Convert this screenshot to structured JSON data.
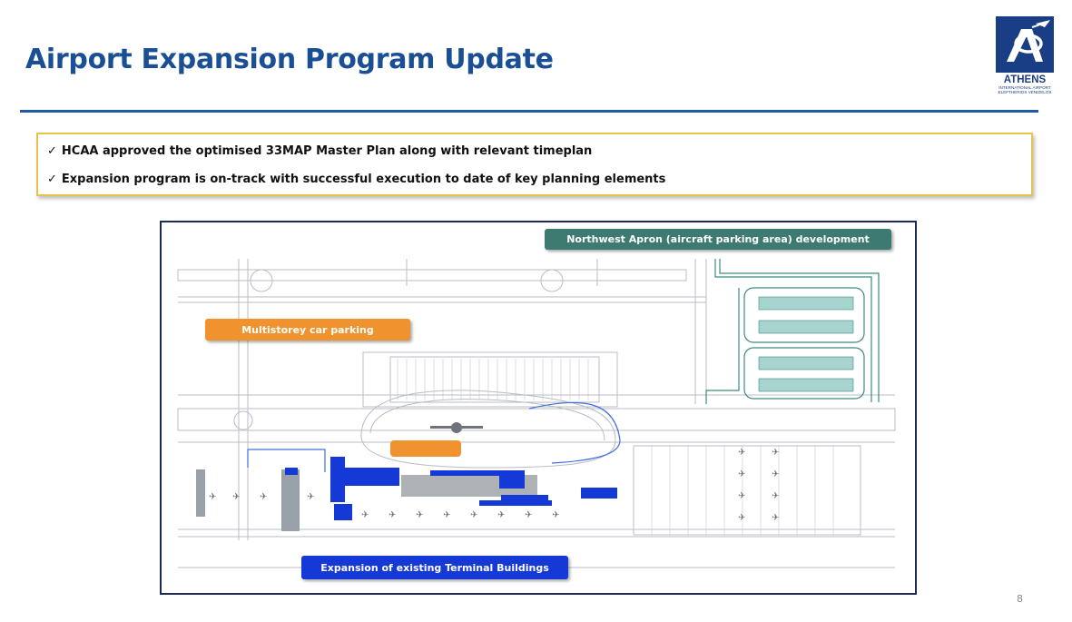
{
  "slide": {
    "title": "Airport Expansion Program Update",
    "page_number": "8"
  },
  "logo": {
    "name": "ATHENS",
    "subtitle": "INTERNATIONAL AIRPORT",
    "subtitle2": "ELEFTHERIOS VENIZELOS",
    "color": "#1a3e86"
  },
  "bullets": {
    "tick": "✓",
    "items": [
      "HCAA approved the optimised 33MAP Master Plan along with relevant timeplan",
      "Expansion program is on-track with successful execution to date of key planning elements"
    ]
  },
  "map": {
    "callouts": {
      "northwest_apron": "Northwest Apron (aircraft parking area) development",
      "car_parking": "Multistorey car parking",
      "terminal": "Expansion of existing Terminal Buildings"
    },
    "colors": {
      "northwest_apron": "#3d7a70",
      "car_parking": "#f0922e",
      "terminal": "#1439d6",
      "frame": "#1c2b53"
    }
  }
}
